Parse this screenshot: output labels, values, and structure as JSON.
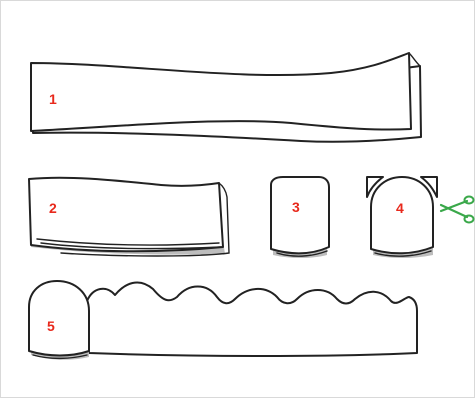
{
  "steps": [
    {
      "number": "1"
    },
    {
      "number": "2"
    },
    {
      "number": "3"
    },
    {
      "number": "4"
    },
    {
      "number": "5"
    }
  ],
  "colors": {
    "step_number": "#e8291c",
    "scissors": "#3aa84a",
    "outline": "#222222"
  },
  "icons": [
    "scissors-icon"
  ]
}
